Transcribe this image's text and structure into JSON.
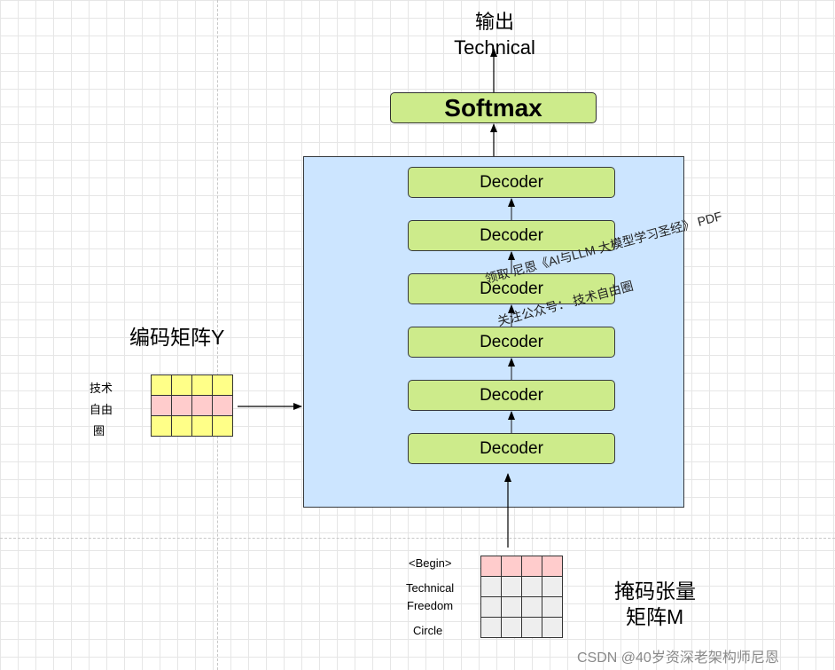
{
  "output": {
    "line1": "输出",
    "line2": "Technical"
  },
  "softmax": {
    "label": "Softmax"
  },
  "decoders": [
    "Decoder",
    "Decoder",
    "Decoder",
    "Decoder",
    "Decoder",
    "Decoder"
  ],
  "encoding_matrix": {
    "title": "编码矩阵Y",
    "row_labels": [
      "技术",
      "自由",
      "圈"
    ],
    "row_colors": [
      "#ffff88",
      "#ffcccc",
      "#ffff88"
    ],
    "columns": 4
  },
  "mask_matrix": {
    "title_line1": "掩码张量",
    "title_line2": "矩阵M",
    "row_labels": [
      "<Begin>",
      "Technical",
      "Freedom",
      "Circle"
    ],
    "row_colors": [
      "#ffcccc",
      "#eeeeee",
      "#eeeeee",
      "#eeeeee"
    ],
    "columns": 4
  },
  "watermark": {
    "line1": "领取  尼恩《AI与LLM 大模型学习圣经》 PDF",
    "line2": "关注公众号：  技术自由圈"
  },
  "footer": {
    "credit": "CSDN @40岁资深老架构师尼恩"
  }
}
